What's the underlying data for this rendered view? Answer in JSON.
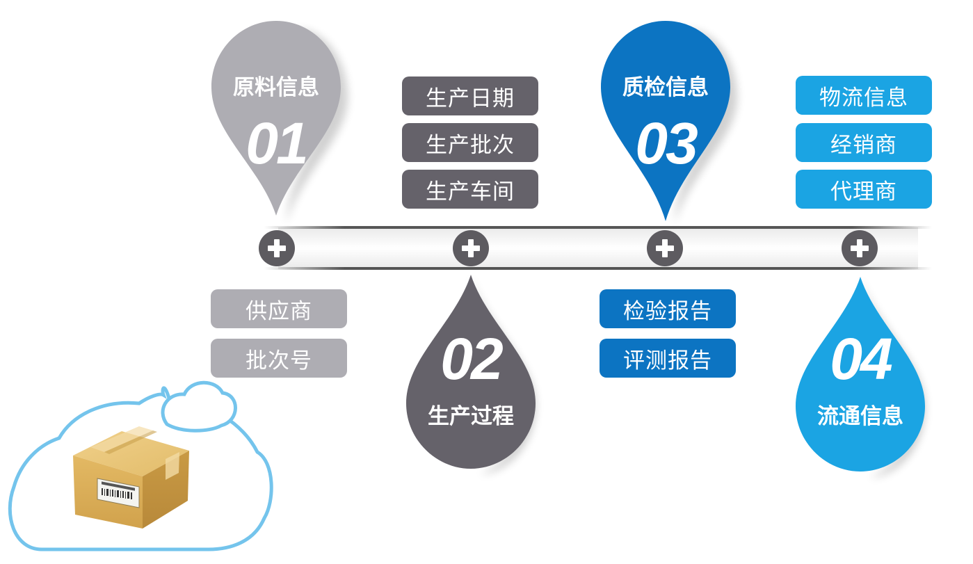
{
  "colors": {
    "gray_light": "#aeadb3",
    "gray_dark": "#65626a",
    "blue_dark": "#0c74c2",
    "blue_light": "#1ba4e3",
    "node_dark": "#5d5b60",
    "cloud_outline": "#74c4ec",
    "box_tan": "#dcb45e"
  },
  "stages": [
    {
      "number": "01",
      "title": "原料信息",
      "items": [
        "供应商",
        "批次号"
      ]
    },
    {
      "number": "02",
      "title": "生产过程",
      "items": [
        "生产日期",
        "生产批次",
        "生产车间"
      ]
    },
    {
      "number": "03",
      "title": "质检信息",
      "items": [
        "检验报告",
        "评测报告"
      ]
    },
    {
      "number": "04",
      "title": "流通信息",
      "items": [
        "物流信息",
        "经销商",
        "代理商"
      ]
    }
  ],
  "icons": [
    "plus-icon",
    "cloud-icon",
    "package-box-icon"
  ]
}
